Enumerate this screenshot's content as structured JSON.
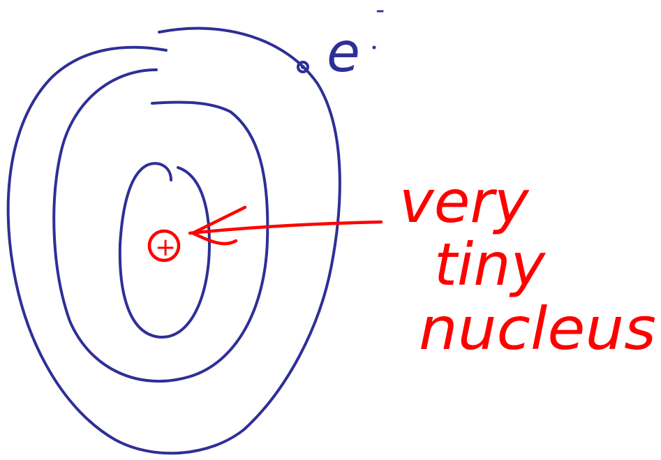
{
  "colors": {
    "ink_blue": "#2e2f96",
    "ink_red": "#ff0000",
    "background": "#ffffff"
  },
  "labels": {
    "electron": "e",
    "electron_charge": "-",
    "nucleus_line1": "very",
    "nucleus_line2": "tiny",
    "nucleus_line3": "nucleus",
    "nucleus_symbol": "+"
  },
  "icons": {
    "nucleus": "circled-plus-icon",
    "pointer": "arrow-left-icon"
  }
}
